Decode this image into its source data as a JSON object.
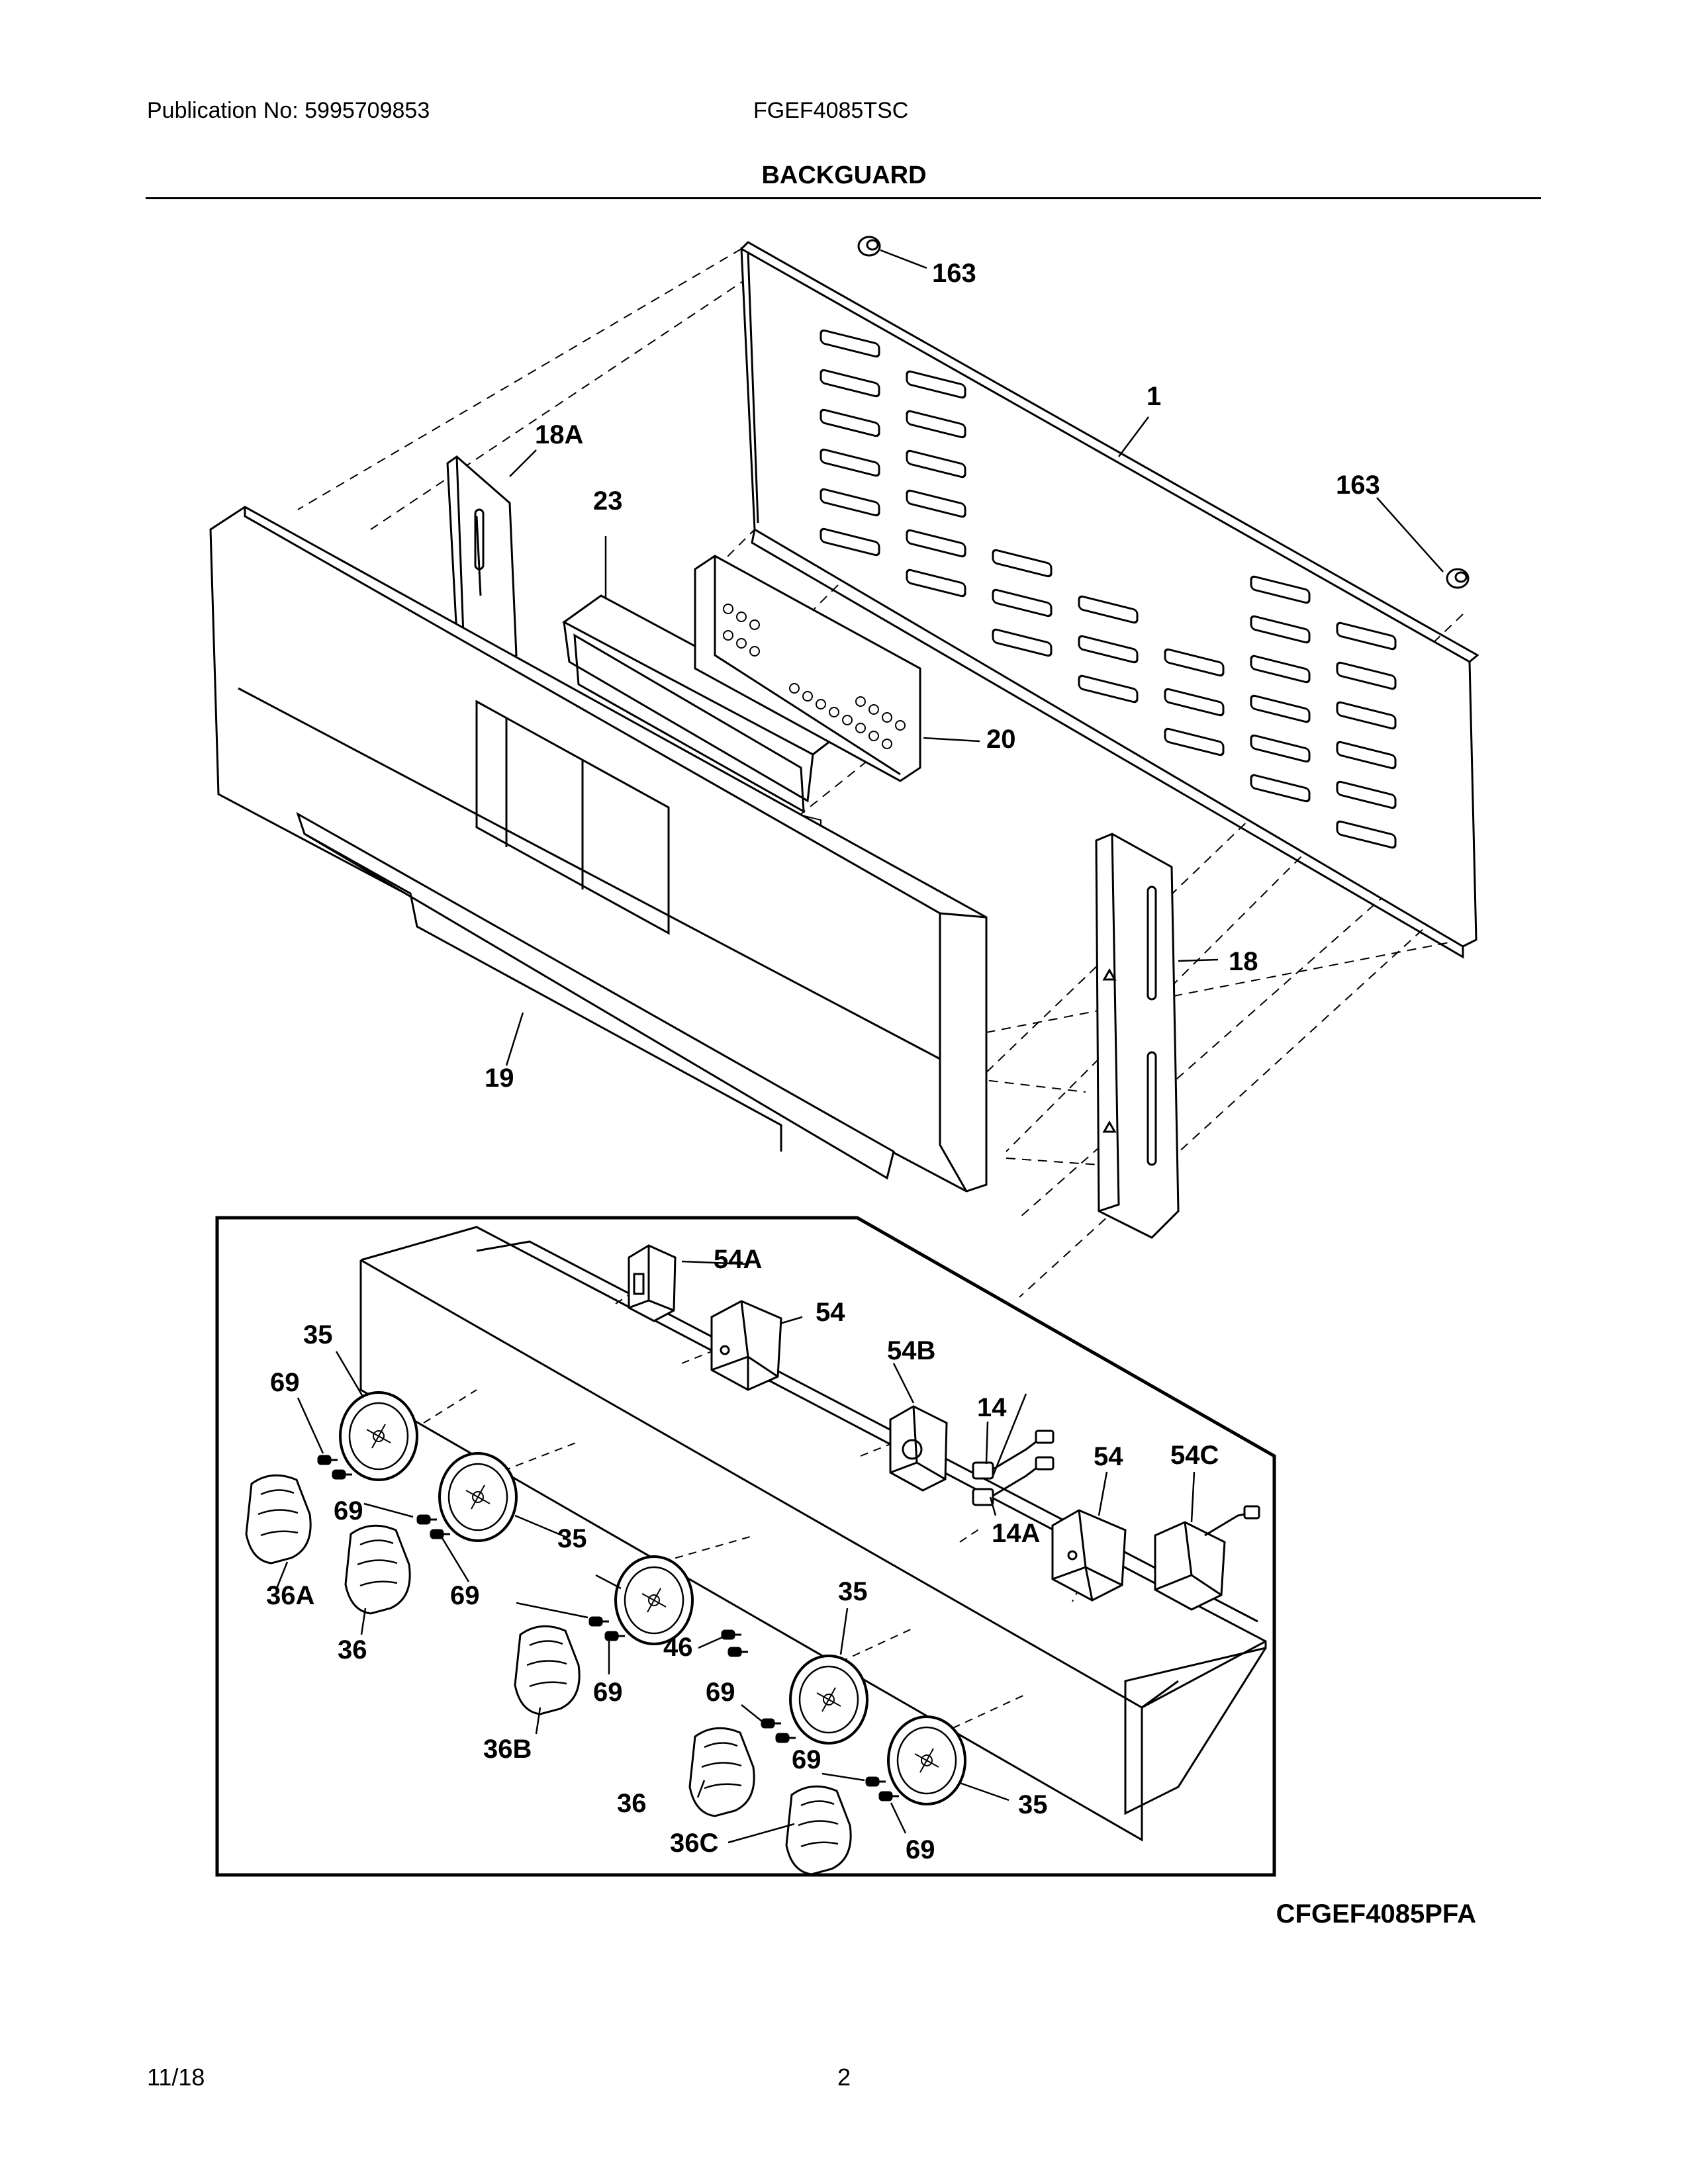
{
  "header": {
    "publication": "Publication No: 5995709853",
    "model": "FGEF4085TSC",
    "section_title": "BACKGUARD"
  },
  "callouts": {
    "c163_top": "163",
    "c1": "1",
    "c163_right": "163",
    "c18A": "18A",
    "c23": "23",
    "c20": "20",
    "c18": "18",
    "c19": "19",
    "c54A": "54A",
    "c54_top": "54",
    "c54B": "54B",
    "c14": "14",
    "c54_mid": "54",
    "c54C": "54C",
    "c14A": "14A",
    "c35_a": "35",
    "c69_a": "69",
    "c69_b": "69",
    "c35_b": "35",
    "c36A": "36A",
    "c36_a": "36",
    "c69_c": "69",
    "c35_c": "35",
    "c46": "46",
    "c69_d": "69",
    "c36B": "36B",
    "c69_e": "69",
    "c36_b": "36",
    "c69_f": "69",
    "c36C": "36C",
    "c35_d": "35",
    "c69_g": "69"
  },
  "footer": {
    "diagram_code": "CFGEF4085PFA",
    "date": "11/18",
    "page_number": "2"
  }
}
